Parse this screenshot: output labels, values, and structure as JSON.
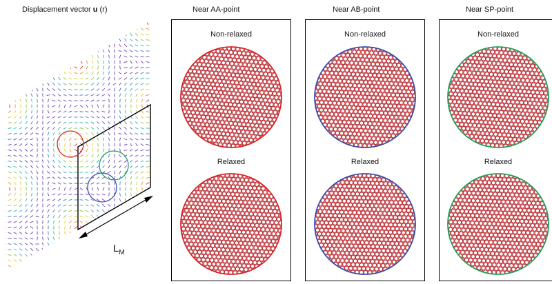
{
  "left_panel": {
    "title_prefix": "Displacement vector ",
    "title_bold": "u",
    "title_suffix": " (r)",
    "scale_label": "L",
    "scale_label_sub": "M"
  },
  "panels": [
    {
      "title": "Near AA-point",
      "top_label": "Non-relaxed",
      "bottom_label": "Relaxed",
      "ring_color": "#d7262b"
    },
    {
      "title": "Near AB-point",
      "top_label": "Non-relaxed",
      "bottom_label": "Relaxed",
      "ring_color": "#3a4ea8"
    },
    {
      "title": "Near SP-point",
      "top_label": "Non-relaxed",
      "bottom_label": "Relaxed",
      "ring_color": "#23a05a"
    }
  ],
  "lattice_color": "#b8242a",
  "markers": {
    "aa_color": "#d7262b",
    "ab_color": "#3a4ea8",
    "sp_color": "#23a05a"
  }
}
